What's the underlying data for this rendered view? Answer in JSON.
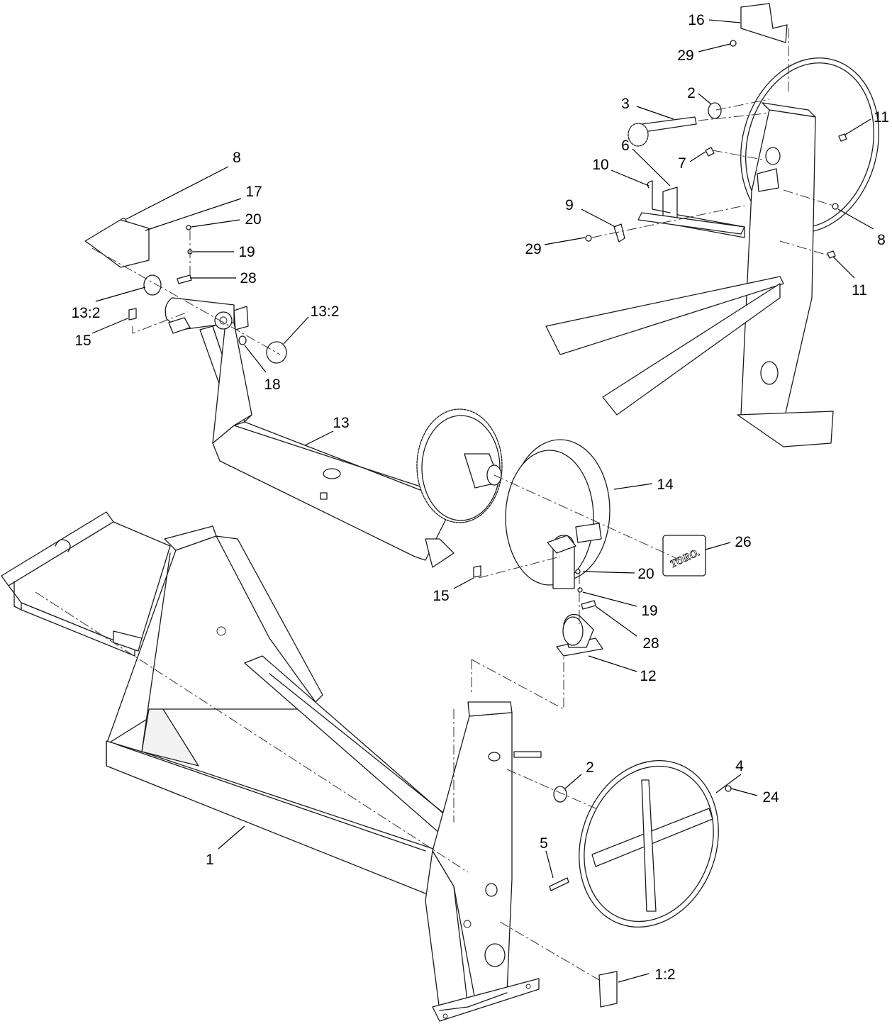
{
  "callouts": {
    "c16": "16",
    "c29a": "29",
    "c2a": "2",
    "c3": "3",
    "c11a": "11",
    "c6": "6",
    "c7": "7",
    "c10": "10",
    "c9": "9",
    "c29b": "29",
    "c8a": "8",
    "c11b": "11",
    "c8b": "8",
    "c17": "17",
    "c20a": "20",
    "c19a": "19",
    "c28a": "28",
    "c13_2a": "13:2",
    "c15a": "15",
    "c13_2b": "13:2",
    "c18": "18",
    "c13": "13",
    "c14": "14",
    "c26": "26",
    "c20b": "20",
    "c15b": "15",
    "c19b": "19",
    "c28b": "28",
    "c12": "12",
    "c2b": "2",
    "c4": "4",
    "c24": "24",
    "c5": "5",
    "c1": "1",
    "c1_2": "1:2"
  },
  "decal_text": "TORO."
}
